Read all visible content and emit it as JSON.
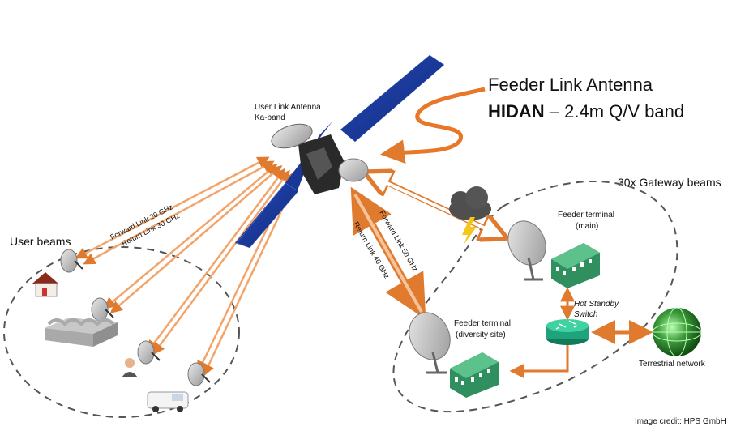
{
  "labels": {
    "user_link_antenna_line1": "User Link Antenna",
    "user_link_antenna_line2": "Ka-band",
    "feeder_link_antenna": "Feeder Link Antenna",
    "hidan_bold": "HIDAN",
    "hidan_rest": " – 2.4m Q/V band",
    "gateway_beams": "30x Gateway beams",
    "user_beams": "User beams",
    "forward_link_20": "Forward Link 20 GHz",
    "return_link_30": "Return Link 30 GHz",
    "forward_link_50": "Forward Link 50 GHz",
    "return_link_40": "Return Link 40 GHz",
    "feeder_main_line1": "Feeder terminal",
    "feeder_main_line2": "(main)",
    "feeder_div_line1": "Feeder terminal",
    "feeder_div_line2": "(diversity site)",
    "hot_standby_line1": "Hot Standby",
    "hot_standby_line2": "Switch",
    "terrestrial": "Terrestrial network",
    "credit": "Image credit: HPS GmbH"
  },
  "colors": {
    "link_orange": "#f2a46a",
    "link_orange_dark": "#e07a2e",
    "squiggle": "#e8772a",
    "solar_blue": "#1a3a9c",
    "router_green": "#1fa37a",
    "globe_green": "#3c9a3a",
    "building_green": "#2f8f5e"
  },
  "icons": [
    "satellite-icon",
    "user-dish-icon",
    "house-icon",
    "warehouse-icon",
    "person-icon",
    "van-icon",
    "cloud-lightning-icon",
    "dish-icon",
    "building-icon",
    "router-icon",
    "globe-icon"
  ]
}
